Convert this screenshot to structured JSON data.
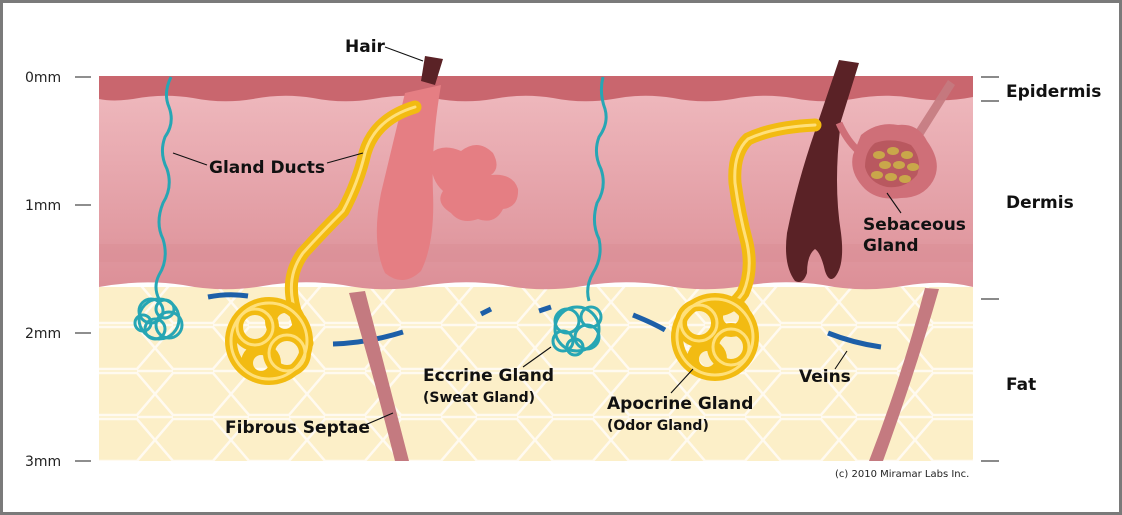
{
  "scale": {
    "depth_0": "0mm",
    "depth_1": "1mm",
    "depth_2": "2mm",
    "depth_3": "3mm"
  },
  "layers": {
    "epidermis": "Epidermis",
    "dermis": "Dermis",
    "fat": "Fat"
  },
  "labels": {
    "hair": "Hair",
    "gland_ducts": "Gland Ducts",
    "fibrous_septae": "Fibrous Septae",
    "eccrine_line1": "Eccrine Gland",
    "eccrine_line2": "(Sweat Gland)",
    "apocrine_line1": "Apocrine Gland",
    "apocrine_line2": "(Odor Gland)",
    "veins": "Veins",
    "sebaceous_line1": "Sebaceous",
    "sebaceous_line2": "Gland"
  },
  "credit": "(c) 2010 Miramar Labs Inc.",
  "colors": {
    "epidermis": "#c9666e",
    "dermis": "#e9a3ab",
    "fat": "#fbecc0",
    "eccrine": "#27a6b4",
    "apocrine": "#f2bb12",
    "vein": "#1d5fa8",
    "septae": "#c47a80",
    "hair": "#5a2226"
  }
}
